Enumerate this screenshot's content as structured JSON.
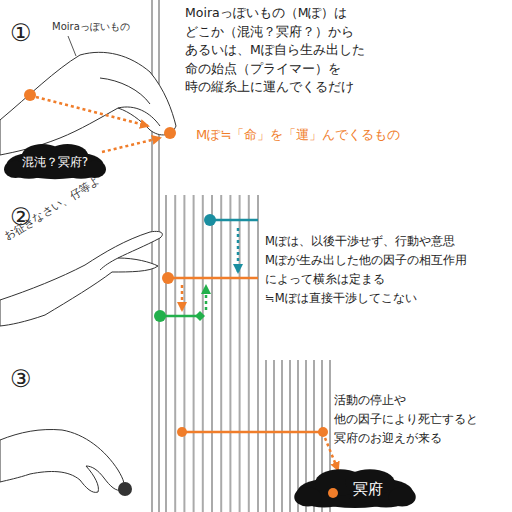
{
  "diagram": {
    "nodes": [
      {
        "text": [
          "混沌？冥府?"
        ]
      },
      {
        "text": [
          "冥府"
        ]
      }
    ],
    "labels": [
      "①",
      "Moiraっぽいもの",
      "Moiraっぽいもの（Mぽ）は どこか（混沌？冥府？）から あるいは、Mぽ自ら生み出した 命の始点（プライマー）を 時の縦糸上に運んでくるだけ",
      "Mぽ≒「命」を「運」んでくるもの",
      "②",
      "お征きなさい、仔等よ",
      "Mぽは、以後干渉せず、行動や意思 Mぽが生み出した他の因子の相互作用 によって横糸は定まる ≒Mぽは直接干渉してこない",
      "③",
      "活動の停止や 他の因子により死亡すると 冥府のお迎えが来る"
    ]
  }
}
